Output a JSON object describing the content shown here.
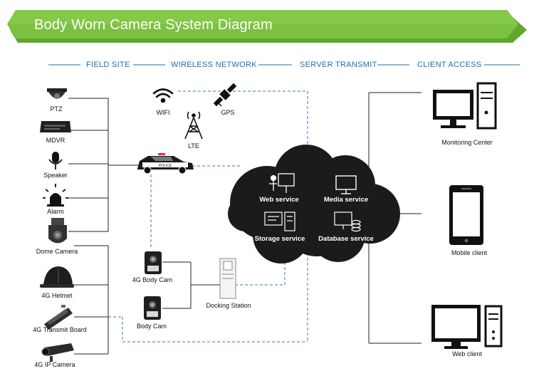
{
  "title": "Body Worn Camera System Diagram",
  "sections": [
    "FIELD SITE",
    "WIRELESS NETWORK",
    "SERVER TRANSMIT",
    "CLIENT ACCESS"
  ],
  "field_devices": {
    "ptz": "PTZ",
    "mdvr": "MDVR",
    "speaker": "Speaker",
    "alarm": "Alarm",
    "dome_camera": "Dome Camera",
    "helmet": "4G Helmet",
    "transmit_board": "4G Transmit Board",
    "ip_camera": "4G IP Camera"
  },
  "wireless": {
    "wifi": "WIFI",
    "gps": "GPS",
    "lte": "LTE",
    "police_car_text": "POLICE"
  },
  "body_cams": {
    "cam_4g": "4G Body Cam",
    "cam": "Body Cam",
    "docking": "Docking Station"
  },
  "services": {
    "web": "Web service",
    "media": "Media service",
    "storage": "Storage service",
    "database": "Database service"
  },
  "clients": {
    "monitoring": "Monitoring Center",
    "mobile": "Mobile client",
    "web": "Web client"
  },
  "colors": {
    "banner": "#7cc142",
    "banner_dark": "#5fa72d",
    "section_text": "#1f6fb0",
    "dashed_line": "#2f77b8",
    "cloud": "#1b1b1b"
  }
}
